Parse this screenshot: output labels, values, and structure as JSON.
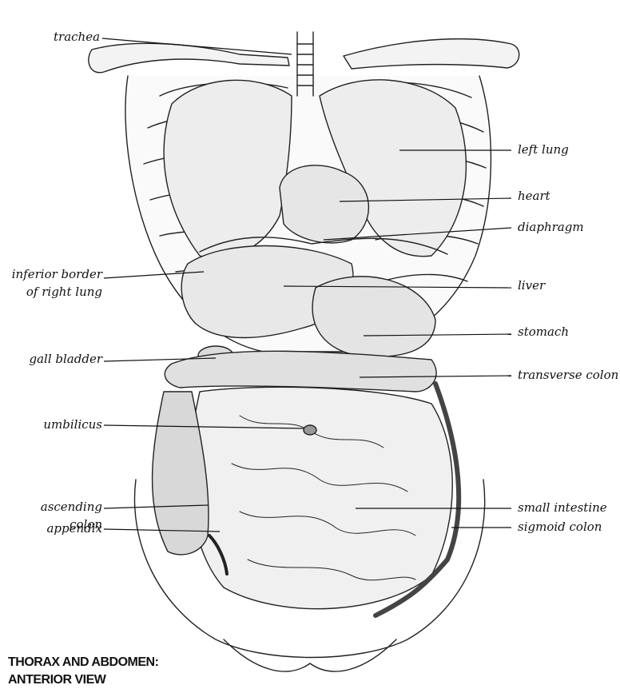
{
  "labels": {
    "trachea": "trachea",
    "left_lung": "left lung",
    "heart": "heart",
    "diaphragm": "diaphragm",
    "inferior_border_1": "inferior border",
    "inferior_border_2": "of right lung",
    "liver": "liver",
    "stomach": "stomach",
    "gall_bladder": "gall bladder",
    "transverse_colon": "transverse colon",
    "umbilicus": "umbilicus",
    "ascending_colon_1": "ascending",
    "ascending_colon_2": "colon",
    "small_intestine": "small intestine",
    "appendix": "appendix",
    "sigmoid_colon": "sigmoid colon"
  },
  "caption": {
    "line1": "THORAX AND ABDOMEN:",
    "line2": "ANTERIOR VIEW"
  }
}
